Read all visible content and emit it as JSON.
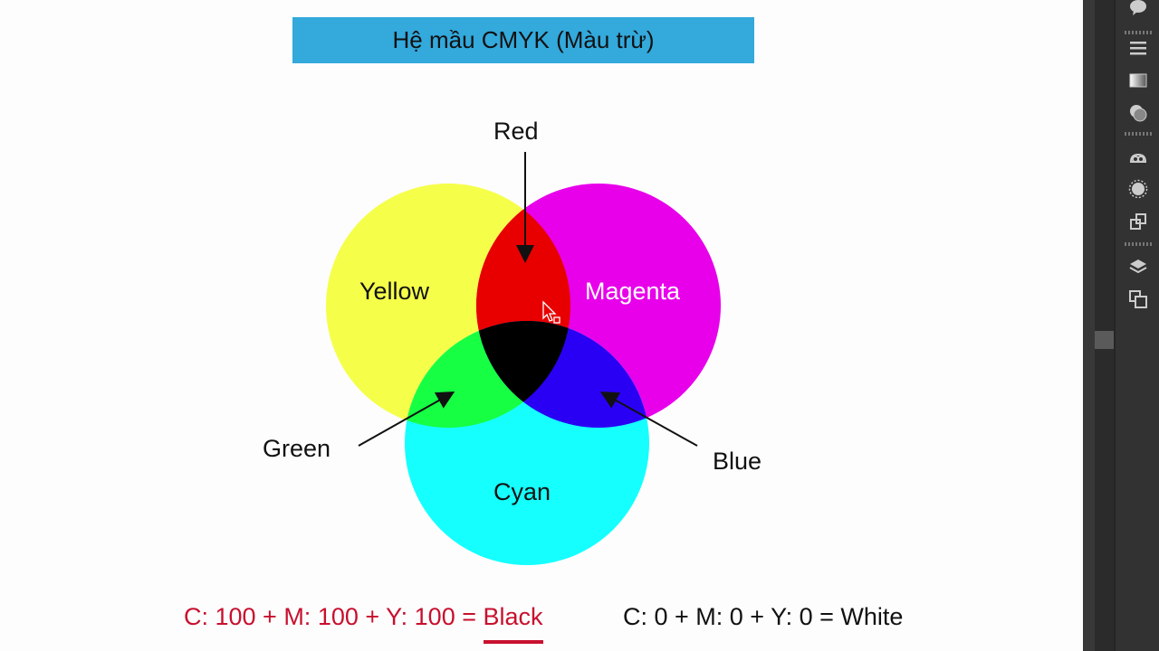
{
  "slide": {
    "title": "Hệ mầu CMYK (Màu trừ)",
    "labels": {
      "red": "Red",
      "yellow": "Yellow",
      "magenta": "Magenta",
      "green": "Green",
      "blue": "Blue",
      "cyan": "Cyan"
    },
    "formula_black": {
      "prefix": "C: 100 + M: 100 + Y: 100 = ",
      "result": "Black"
    },
    "formula_white": "C: 0 + M: 0 + Y: 0 = White"
  },
  "colors": {
    "title_bar": "#33a9dc",
    "yellow": "#f5ff4a",
    "magenta": "#e800ea",
    "cyan": "#15ffff",
    "red": "#e80000",
    "green": "#16ff43",
    "blue": "#2a00f5",
    "black": "#000000",
    "formula_red": "#c8102e"
  },
  "side_panel": {
    "icons": [
      "comment-icon",
      "menu-icon",
      "gradient-icon",
      "appearance-icon",
      "cc-libraries-icon",
      "color-theme-icon",
      "export-icon",
      "layers-icon",
      "artboards-icon"
    ]
  }
}
